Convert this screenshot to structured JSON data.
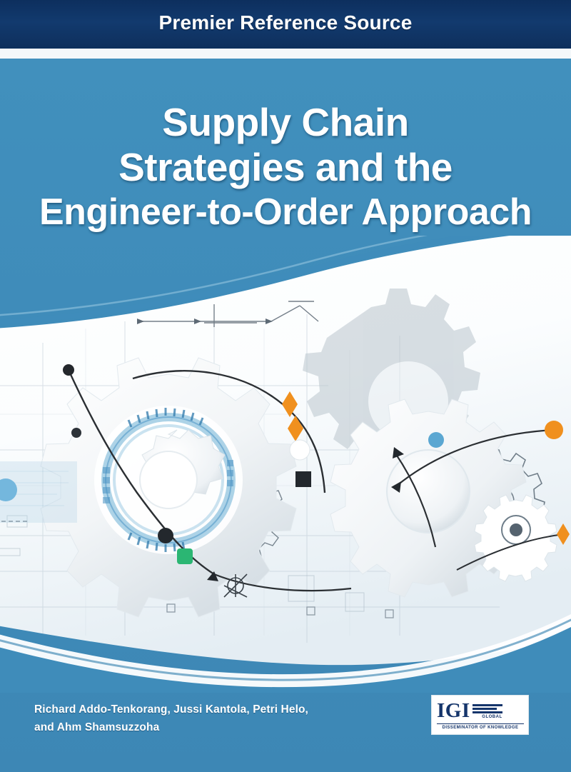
{
  "cover": {
    "series_label": "Premier Reference Source",
    "title_lines": [
      "Supply Chain",
      "Strategies and the",
      "Engineer-to-Order Approach"
    ],
    "authors_line_1": "Richard Addo-Tenkorang, Jussi Kantola, Petri Helo,",
    "authors_line_2": "and Ahm Shamsuzzoha",
    "publisher_logo": {
      "mark": "IGI",
      "wordmark": "GLOBAL",
      "tagline": "DISSEMINATOR OF KNOWLEDGE"
    },
    "colors": {
      "banner_navy": "#123a6e",
      "field_blue": "#3e8bba",
      "stripe_white": "#f4f8fa",
      "title_white": "#ffffff",
      "logo_navy": "#15356b",
      "accent_orange": "#f0901e",
      "accent_green": "#2bb673",
      "accent_node_blue": "#74b7dd",
      "swoosh_arc": "#3f8cba"
    },
    "artwork": {
      "description": "industrial gears and network diagram over white swoosh"
    }
  }
}
